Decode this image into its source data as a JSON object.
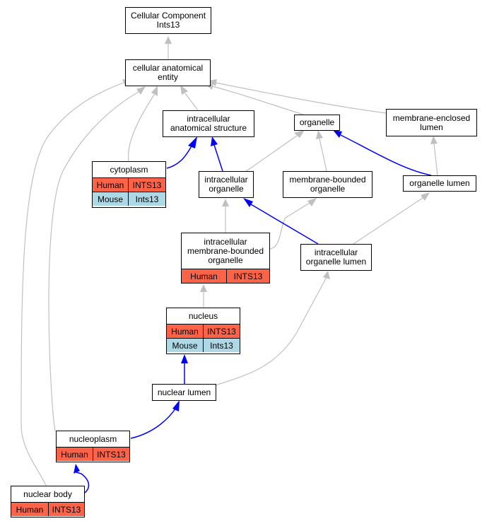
{
  "nodes": {
    "cellular_component": {
      "line1": "Cellular Component",
      "line2": "Ints13"
    },
    "anatomical_entity": {
      "line1": "cellular anatomical",
      "line2": "entity"
    },
    "intracellular_structure": {
      "line1": "intracellular",
      "line2": "anatomical structure"
    },
    "organelle": {
      "line1": "organelle"
    },
    "membrane_enclosed_lumen": {
      "line1": "membrane-enclosed",
      "line2": "lumen"
    },
    "cytoplasm": {
      "line1": "cytoplasm",
      "human_species": "Human",
      "human_gene": "INTS13",
      "mouse_species": "Mouse",
      "mouse_gene": "Ints13"
    },
    "intracellular_organelle": {
      "line1": "intracellular",
      "line2": "organelle"
    },
    "membrane_bounded_organelle": {
      "line1": "membrane-bounded",
      "line2": "organelle"
    },
    "organelle_lumen": {
      "line1": "organelle lumen"
    },
    "intracellular_membrane_bounded_organelle": {
      "line1": "intracellular",
      "line2": "membrane-bounded",
      "line3": "organelle",
      "human_species": "Human",
      "human_gene": "INTS13"
    },
    "intracellular_organelle_lumen": {
      "line1": "intracellular",
      "line2": "organelle lumen"
    },
    "nucleus": {
      "line1": "nucleus",
      "human_species": "Human",
      "human_gene": "INTS13",
      "mouse_species": "Mouse",
      "mouse_gene": "Ints13"
    },
    "nuclear_lumen": {
      "line1": "nuclear lumen"
    },
    "nucleoplasm": {
      "line1": "nucleoplasm",
      "human_species": "Human",
      "human_gene": "INTS13"
    },
    "nuclear_body": {
      "line1": "nuclear body",
      "human_species": "Human",
      "human_gene": "INTS13"
    }
  },
  "colors": {
    "human": "#ff6347",
    "mouse": "#add8e6",
    "is_a_edge": "#c0c0c0",
    "part_of_edge": "#0000ff"
  }
}
